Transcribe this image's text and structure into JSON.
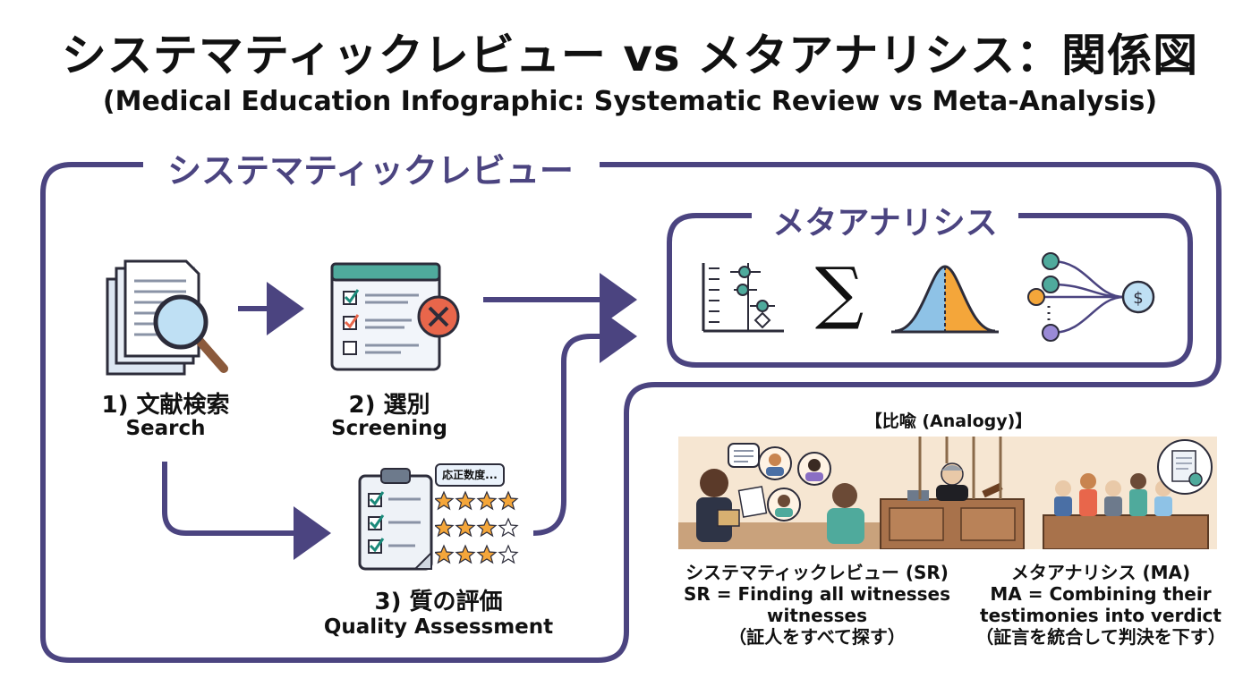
{
  "header": {
    "title": "システマティックレビュー vs メタアナリシス：関係図",
    "subtitle": "(Medical Education Infographic: Systematic Review vs Meta-Analysis)"
  },
  "systematic_review": {
    "label": "システマティックレビュー",
    "steps": [
      {
        "jp": "1) 文献検索",
        "en": "Search",
        "icon": "document-search-icon"
      },
      {
        "jp": "2) 選別",
        "en": "Screening",
        "icon": "checklist-reject-icon"
      },
      {
        "jp": "3) 質の評価",
        "en": "Quality Assessment",
        "icon": "clipboard-rating-icon",
        "badge": "応正数度..."
      }
    ]
  },
  "meta_analysis": {
    "label": "メタアナリシス",
    "icons": [
      "forest-plot-icon",
      "sigma-icon",
      "bell-curve-icon",
      "network-merge-icon"
    ],
    "sigma_symbol": "∑"
  },
  "analogy": {
    "title": "【比喩 (Analogy)】",
    "sr": {
      "line1": "システマティックレビュー (SR)",
      "line2": "SR = Finding all witnesses",
      "line3": "witnesses",
      "line4": "（証人をすべて探す）"
    },
    "ma": {
      "line1": "メタアナリシス (MA)",
      "line2": "MA = Combining their",
      "line3": "testimonies into verdict",
      "line4": "（証言を統合して判決を下す）"
    }
  },
  "colors": {
    "frame": "#4b4480",
    "check": "#1b8a7a",
    "reject": "#e8664b",
    "star": "#f4a63a",
    "curve_left": "#8ec2e6",
    "curve_right": "#f4a63a"
  }
}
